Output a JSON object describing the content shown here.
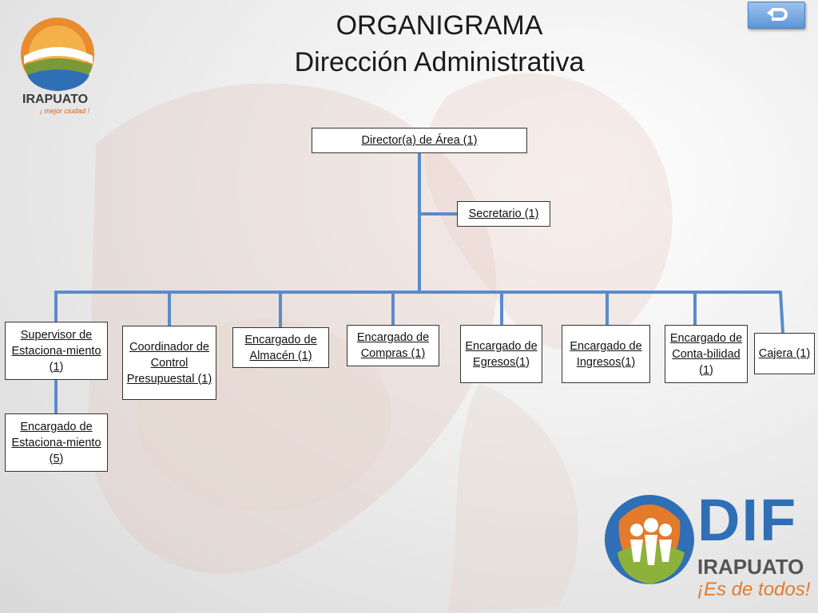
{
  "slide": {
    "title_line1": "ORGANIGRAMA",
    "title_line2": "Dirección Administrativa"
  },
  "logos": {
    "irapuato_name": "IRAPUATO",
    "irapuato_slogan": "¡ mejor ciudad !",
    "dif_name": "DIF",
    "dif_city": "IRAPUATO",
    "dif_slogan": "¡Es de todos!"
  },
  "colors": {
    "connector": "#5b8bc9",
    "back_button": "#5d95d6"
  },
  "icons": {
    "back": "return-arrow-icon"
  },
  "org": {
    "director": "Director(a) de Área (1)",
    "secretario": "Secretario (1)",
    "supervisor": "Supervisor de Estaciona-miento (1)",
    "coordinador": "Coordinador de Control Presupuestal (1)",
    "almacen": "Encargado de Almacén (1)",
    "compras": "Encargado de Compras (1)",
    "egresos": "Encargado de Egresos(1)",
    "ingresos": "Encargado de Ingresos(1)",
    "contabilidad": "Encargado de Conta-bilidad (1)",
    "cajera": "Cajera (1)",
    "estacionamiento": "Encargado de Estaciona-miento (5)"
  }
}
